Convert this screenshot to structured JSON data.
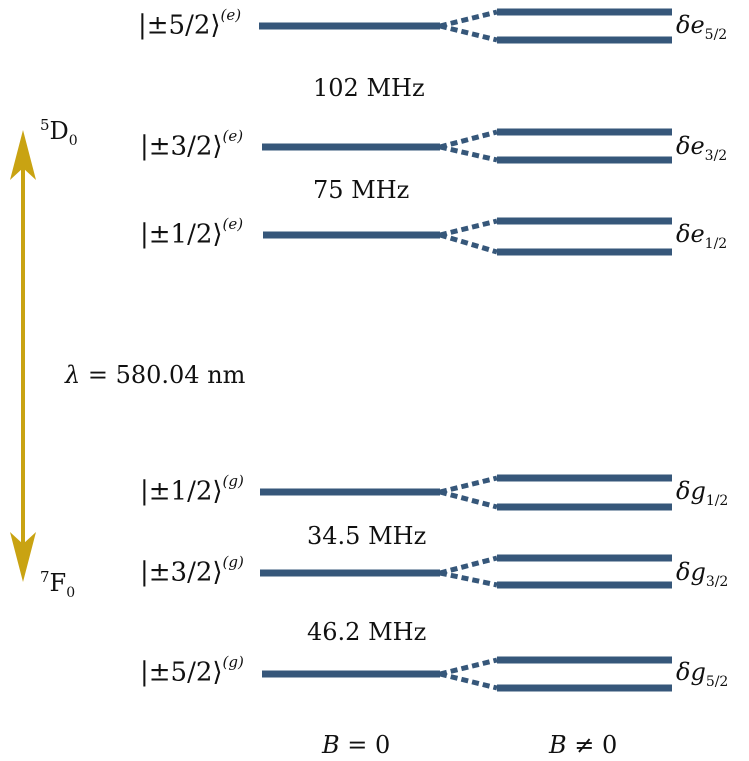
{
  "excited": {
    "term": {
      "sup": "5",
      "letter": "D",
      "sub": "0"
    },
    "levels": [
      {
        "ket": "|±5/2⟩",
        "sup": "(e)",
        "split_sym": "δe",
        "split_sub": "5/2"
      },
      {
        "ket": "|±3/2⟩",
        "sup": "(e)",
        "split_sym": "δe",
        "split_sub": "3/2"
      },
      {
        "ket": "|±1/2⟩",
        "sup": "(e)",
        "split_sym": "δe",
        "split_sub": "1/2"
      }
    ],
    "gaps": [
      "102 MHz",
      "75 MHz"
    ]
  },
  "ground": {
    "term": {
      "sup": "7",
      "letter": "F",
      "sub": "0"
    },
    "levels": [
      {
        "ket": "|±1/2⟩",
        "sup": "(g)",
        "split_sym": "δg",
        "split_sub": "1/2"
      },
      {
        "ket": "|±3/2⟩",
        "sup": "(g)",
        "split_sym": "δg",
        "split_sub": "3/2"
      },
      {
        "ket": "|±5/2⟩",
        "sup": "(g)",
        "split_sym": "δg",
        "split_sub": "5/2"
      }
    ],
    "gaps": [
      "34.5 MHz",
      "46.2 MHz"
    ]
  },
  "transition": {
    "symbol": "λ",
    "value": "= 580.04 nm"
  },
  "conditions": {
    "zero": {
      "sym": "B",
      "rel": "= 0"
    },
    "nonzero": {
      "sym": "B",
      "rel": "≠ 0"
    }
  },
  "colors": {
    "level": "#36577a",
    "arrow": "#c9a312",
    "text": "#111111"
  }
}
